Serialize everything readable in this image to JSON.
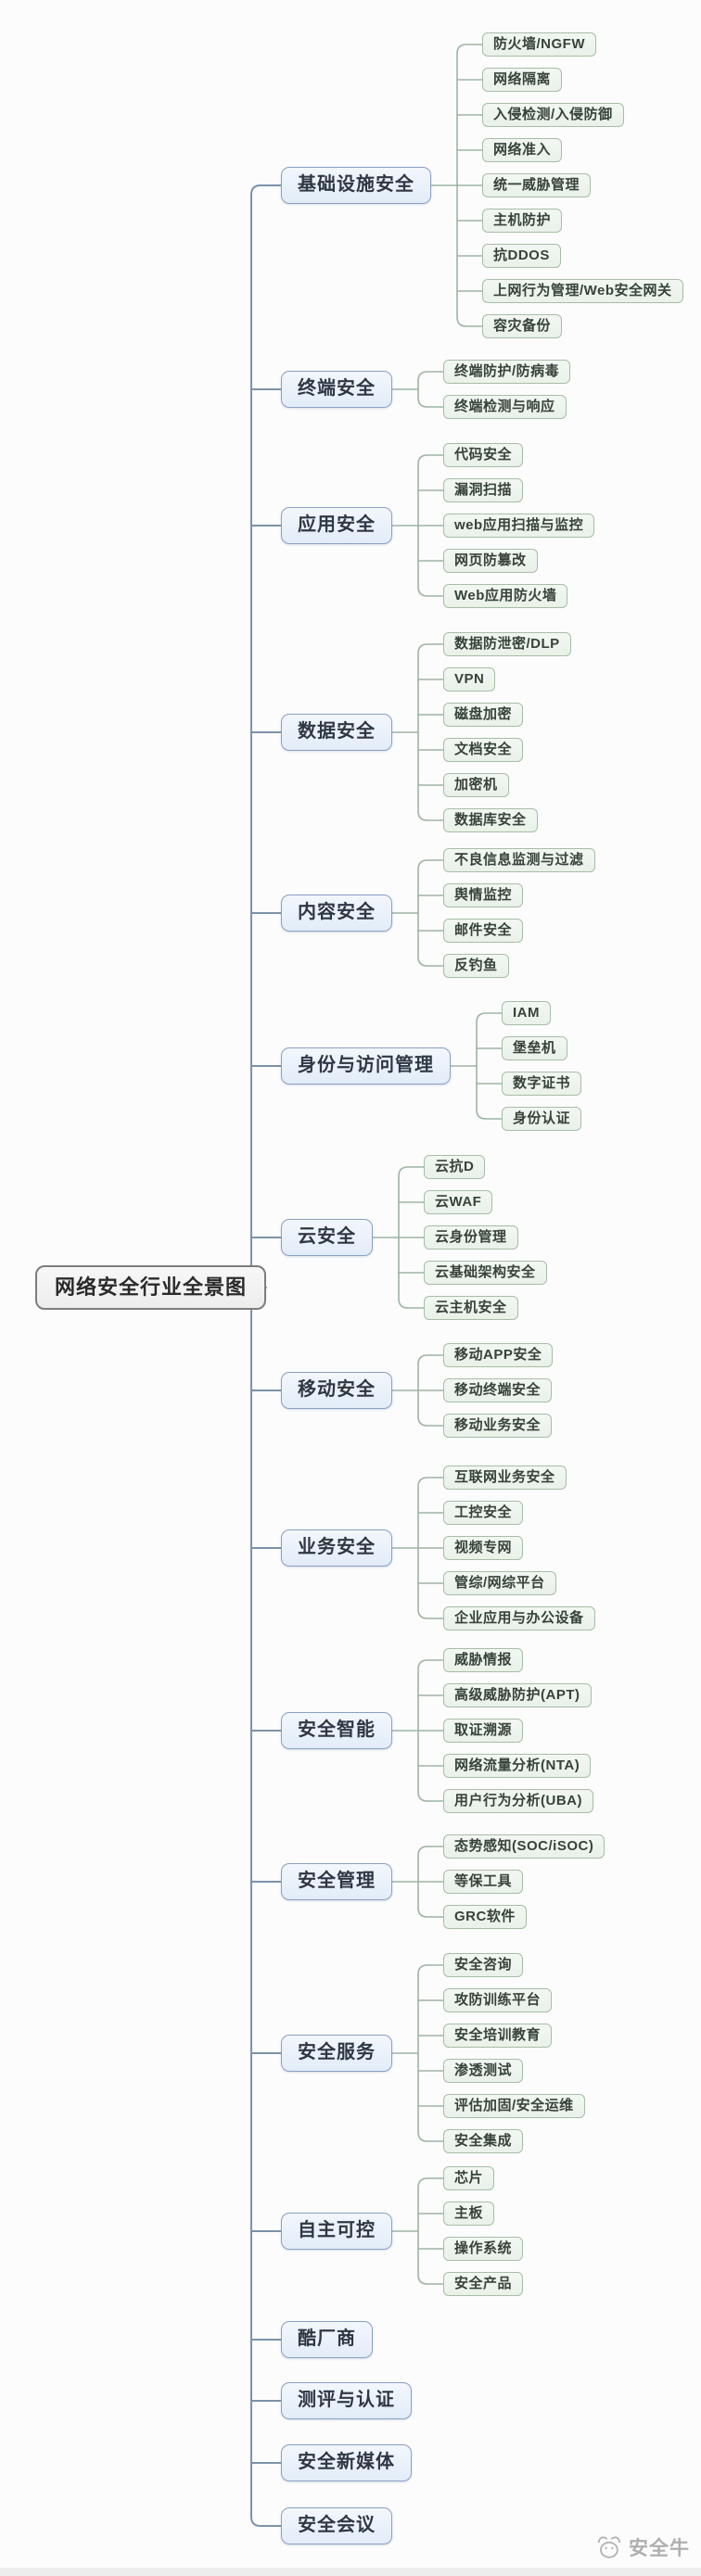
{
  "title": "网络安全行业全景图",
  "root": {
    "label": "网络安全行业全景图"
  },
  "branches": [
    {
      "label": "基础设施安全",
      "children": [
        "防火墙/NGFW",
        "网络隔离",
        "入侵检测/入侵防御",
        "网络准入",
        "统一威胁管理",
        "主机防护",
        "抗DDOS",
        "上网行为管理/Web安全网关",
        "容灾备份"
      ]
    },
    {
      "label": "终端安全",
      "children": [
        "终端防护/防病毒",
        "终端检测与响应"
      ]
    },
    {
      "label": "应用安全",
      "children": [
        "代码安全",
        "漏洞扫描",
        "web应用扫描与监控",
        "网页防篡改",
        "Web应用防火墙"
      ]
    },
    {
      "label": "数据安全",
      "children": [
        "数据防泄密/DLP",
        "VPN",
        "磁盘加密",
        "文档安全",
        "加密机",
        "数据库安全"
      ]
    },
    {
      "label": "内容安全",
      "children": [
        "不良信息监测与过滤",
        "舆情监控",
        "邮件安全",
        "反钓鱼"
      ]
    },
    {
      "label": "身份与访问管理",
      "children": [
        "IAM",
        "堡垒机",
        "数字证书",
        "身份认证"
      ]
    },
    {
      "label": "云安全",
      "children": [
        "云抗D",
        "云WAF",
        "云身份管理",
        "云基础架构安全",
        "云主机安全"
      ]
    },
    {
      "label": "移动安全",
      "children": [
        "移动APP安全",
        "移动终端安全",
        "移动业务安全"
      ]
    },
    {
      "label": "业务安全",
      "children": [
        "互联网业务安全",
        "工控安全",
        "视频专网",
        "管综/网综平台",
        "企业应用与办公设备"
      ]
    },
    {
      "label": "安全智能",
      "children": [
        "威胁情报",
        "高级威胁防护(APT)",
        "取证溯源",
        "网络流量分析(NTA)",
        "用户行为分析(UBA)"
      ]
    },
    {
      "label": "安全管理",
      "children": [
        "态势感知(SOC/iSOC)",
        "等保工具",
        "GRC软件"
      ]
    },
    {
      "label": "安全服务",
      "children": [
        "安全咨询",
        "攻防训练平台",
        "安全培训教育",
        "渗透测试",
        "评估加固/安全运维",
        "安全集成"
      ]
    },
    {
      "label": "自主可控",
      "children": [
        "芯片",
        "主板",
        "操作系统",
        "安全产品"
      ]
    },
    {
      "label": "酷厂商",
      "children": []
    },
    {
      "label": "测评与认证",
      "children": []
    },
    {
      "label": "安全新媒体",
      "children": []
    },
    {
      "label": "安全会议",
      "children": []
    }
  ],
  "watermark": {
    "label": "安全牛"
  },
  "colors": {
    "branch_fill": "#e9f0fa",
    "branch_border": "#89a0c4",
    "leaf_fill": "#eef4ee",
    "leaf_border": "#a7bda7",
    "root_fill": "#f3f3f3",
    "root_border": "#7d7d7d",
    "trunk_line": "#7c92aa",
    "leaf_line": "#9db3a3"
  }
}
